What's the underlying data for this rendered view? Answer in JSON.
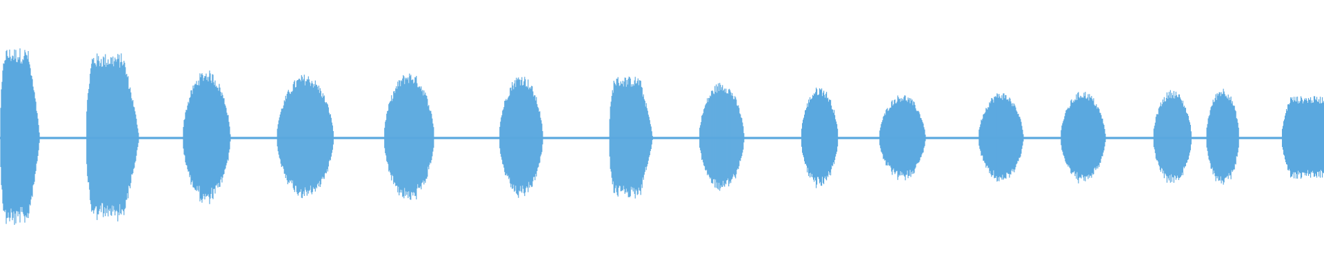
{
  "waveform": {
    "color": "#5aa8df",
    "baseline_level": 0.01,
    "bursts": [
      {
        "start": 0.0,
        "end": 0.03,
        "peak": 0.82,
        "shape": "front"
      },
      {
        "start": 0.065,
        "end": 0.105,
        "peak": 0.77,
        "shape": "front"
      },
      {
        "start": 0.138,
        "end": 0.174,
        "peak": 0.62,
        "shape": "center"
      },
      {
        "start": 0.209,
        "end": 0.252,
        "peak": 0.58,
        "shape": "center"
      },
      {
        "start": 0.29,
        "end": 0.328,
        "peak": 0.6,
        "shape": "center"
      },
      {
        "start": 0.377,
        "end": 0.41,
        "peak": 0.58,
        "shape": "center"
      },
      {
        "start": 0.46,
        "end": 0.493,
        "peak": 0.56,
        "shape": "front"
      },
      {
        "start": 0.528,
        "end": 0.562,
        "peak": 0.51,
        "shape": "center"
      },
      {
        "start": 0.605,
        "end": 0.633,
        "peak": 0.47,
        "shape": "center"
      },
      {
        "start": 0.664,
        "end": 0.699,
        "peak": 0.4,
        "shape": "center"
      },
      {
        "start": 0.739,
        "end": 0.773,
        "peak": 0.42,
        "shape": "center"
      },
      {
        "start": 0.801,
        "end": 0.835,
        "peak": 0.43,
        "shape": "center"
      },
      {
        "start": 0.871,
        "end": 0.9,
        "peak": 0.44,
        "shape": "center"
      },
      {
        "start": 0.911,
        "end": 0.936,
        "peak": 0.46,
        "shape": "center"
      },
      {
        "start": 0.968,
        "end": 1.0,
        "peak": 0.38,
        "shape": "back"
      }
    ]
  }
}
